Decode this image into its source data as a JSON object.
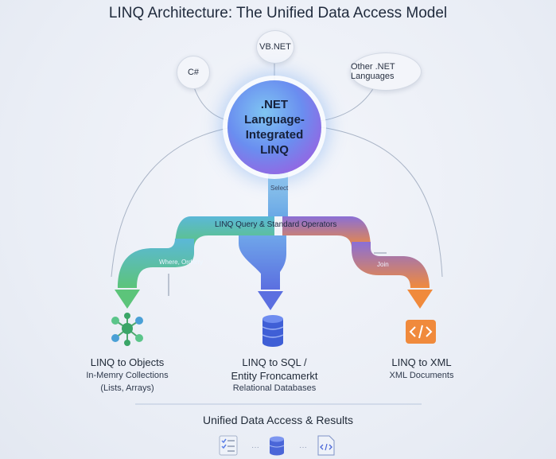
{
  "title": "LINQ Architecture: The Unified Data Access Model",
  "languages": {
    "csharp": "C#",
    "vbnet": "VB.NET",
    "other": "Other .NET Languages"
  },
  "core_label": ".NET Language-Integrated LINQ",
  "operators": {
    "band_label": "LINQ Query & Standard Operators",
    "select": "Select",
    "where": "Where, Orderry",
    "join": "Join"
  },
  "providers": {
    "objects": {
      "title": "LINQ to Objects",
      "sub1": "In-Memry Collections",
      "sub2": "(Lists, Arrays)",
      "icon": "network-icon"
    },
    "sql": {
      "title": "LINQ to SQL /",
      "title2": "Entity Froncamerkt",
      "sub1": "Relational Databases",
      "icon": "database-icon"
    },
    "xml": {
      "title": "LINQ to XML",
      "sub1": "XML Documents",
      "icon": "xml-code-icon"
    }
  },
  "bottom_title": "Unified Data Access & Results",
  "colors": {
    "green": "#5cc47a",
    "blue": "#5b7fe6",
    "orange": "#f08a3c",
    "purple": "#8a6fd6",
    "teal": "#5bb8d8"
  }
}
